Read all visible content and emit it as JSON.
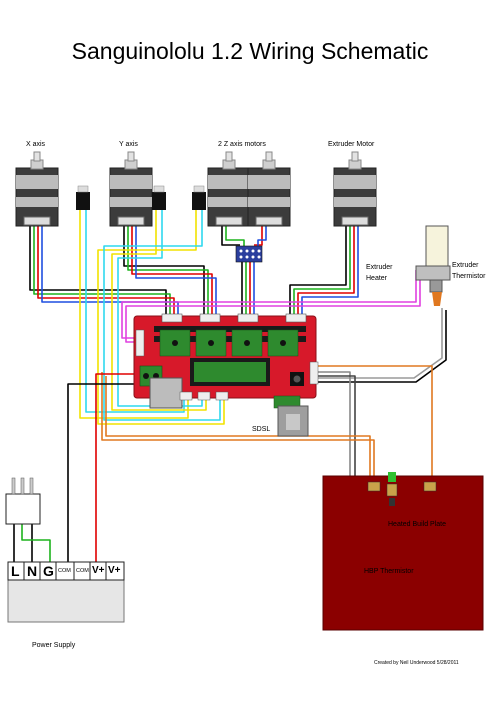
{
  "title": "Sanguinololu 1.2 Wiring Schematic",
  "motors": {
    "x_label": "X axis",
    "y_label": "Y axis",
    "z_label": "2 Z axis motors",
    "e_label": "Extruder Motor"
  },
  "extruder": {
    "heater_label_1": "Extruder",
    "heater_label_2": "Heater",
    "thermistor_label_1": "Extruder",
    "thermistor_label_2": "Thermistor"
  },
  "sdsl_label": "SDSL",
  "build_plate": {
    "heated_label": "Heated Build Plate",
    "thermistor_label": "HBP Thermistor",
    "color": "#8b0000"
  },
  "power_supply": {
    "label": "Power Supply",
    "terminals": [
      "L",
      "N",
      "G",
      "COM",
      "COM",
      "V+",
      "V+"
    ]
  },
  "board": {
    "color": "#d7192a"
  },
  "credit": "Created by Neil Underwood 5/28/2011"
}
